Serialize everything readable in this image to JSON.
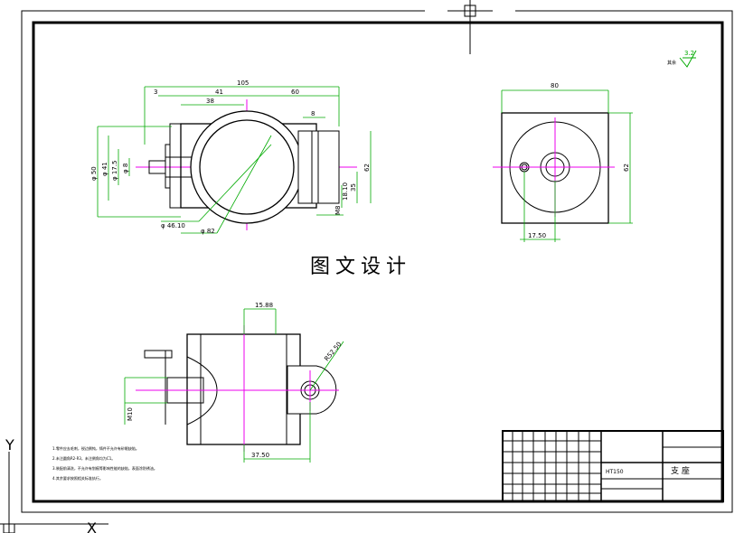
{
  "overlay_title": "图文设计",
  "roughness": "3.2",
  "axes": {
    "y": "Y",
    "x": "X"
  },
  "front_view": {
    "dims": {
      "d105": "105",
      "d41": "41",
      "d60": "60",
      "d3": "3",
      "d38": "38",
      "d8": "8",
      "phi50": "φ 50",
      "phi41": "φ 41",
      "phi17_5": "φ 17.5",
      "phi8": "φ 8",
      "r62": "62",
      "d18_10": "18.10",
      "d35": "35",
      "m8": "M8",
      "phi46": "φ 46.10",
      "phi82": "φ 82"
    }
  },
  "side_view": {
    "dims": {
      "d80": "80",
      "d62": "62",
      "d17_50": "17.50"
    }
  },
  "top_view": {
    "dims": {
      "d15_88": "15.88",
      "r52_50": "R52.50",
      "m10": "M10",
      "d37_50": "37.50"
    }
  },
  "notes": [
    "1.零件应去毛刺，锐边倒钝，铸件不允许有砂眼缺陷。",
    "2.未注圆角R2-R3，未注倒角均为C1。",
    "3.装配前清洗，不允许有划痕等影响性能的缺陷，表面涂防锈油。",
    "4.其余要求按照相关标准执行。"
  ],
  "title_block": {
    "material": "HT150",
    "drawing_name": "支 座"
  }
}
